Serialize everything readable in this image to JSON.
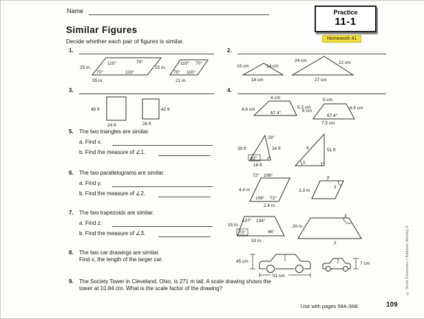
{
  "header": {
    "name_label": "Name",
    "practice_title": "Practice",
    "practice_number": "11-1",
    "homework_badge": "Homework 41"
  },
  "title": "Similar Figures",
  "instructions": "Decide whether each pair of figures is similar.",
  "problems": {
    "p1": {
      "num": "1."
    },
    "p2": {
      "num": "2."
    },
    "p3": {
      "num": "3."
    },
    "p4": {
      "num": "4."
    },
    "p5": {
      "num": "5.",
      "text": "The two triangles are similar.",
      "qa": "a. Find x.",
      "qb": "b. Find the measure of ∠1."
    },
    "p6": {
      "num": "6.",
      "text": "The two parallelograms are similar.",
      "qa": "a. Find y.",
      "qb": "b. Find the measure of ∠2."
    },
    "p7": {
      "num": "7.",
      "text": "The two trapezoids are similar.",
      "qa": "a. Find z.",
      "qb": "b. Find the measure of ∠3."
    },
    "p8": {
      "num": "8.",
      "line1": "The two car drawings are similar.",
      "line2": "Find x, the length of the larger car."
    },
    "p9": {
      "num": "9.",
      "text": "The Society Tower in Cleveland, Ohio, is 271 m tall. A scale drawing shows the tower at 10.84 cm. What is the scale factor of the drawing?"
    }
  },
  "figures": {
    "f1": {
      "left": {
        "angle_tl": "110°",
        "angle_tr": "70°",
        "angle_bl": "70°",
        "angle_br": "110°",
        "side": "25 in.",
        "base": "35 in."
      },
      "right": {
        "angle_tl": "110°",
        "angle_tr": "70°",
        "angle_bl": "70°",
        "angle_br": "110°",
        "side": "15 in.",
        "base": "21 in."
      }
    },
    "f2": {
      "left": {
        "side_a": "15 cm",
        "side_b": "14 cm",
        "base": "18 cm"
      },
      "right": {
        "side_a": "24 cm",
        "side_b": "22 cm",
        "base": "27 cm"
      }
    },
    "f3": {
      "left": {
        "height": "48 ft",
        "width": "24 ft"
      },
      "right": {
        "height": "42 ft",
        "width": "26 ft"
      }
    },
    "f4": {
      "left": {
        "top": "4 cm",
        "side_l": "4.8 cm",
        "side_r": "5.2 cm",
        "angle": "67.4°"
      },
      "right": {
        "top": "5 cm",
        "side_l": "6 cm",
        "side_r": "6.5 cm",
        "angle": "67.4°",
        "base": "7.5 cm"
      }
    },
    "f5": {
      "left": {
        "angle_top": "28°",
        "hyp": "34 ft",
        "side": "30 ft",
        "base": "16 ft",
        "angle_box": "62°"
      },
      "right": {
        "side": "51 ft",
        "hyp": "x",
        "angle_num": "1"
      }
    },
    "f6": {
      "left": {
        "angle_tl": "72°",
        "angle_tr": "108°",
        "angle_bl": "108°",
        "angle_br": "72°",
        "side": "4.4 m",
        "base": "2.4 m"
      },
      "right": {
        "top": "y",
        "angle_num": "2",
        "side": "3.3 m"
      }
    },
    "f7": {
      "left": {
        "angle_tl": "107°",
        "angle_tr": "134°",
        "angle_box": "73°",
        "angle_br": "46°",
        "side": "15 in.",
        "base": "33 in."
      },
      "right": {
        "side": "20 in.",
        "angle_num": "3",
        "base": "z"
      }
    },
    "f8": {
      "height_large": "45 cm",
      "length_large": "51 cm",
      "height_small": "7 cm"
    }
  },
  "footer": {
    "use_with": "Use with pages 564–568.",
    "page_number": "109",
    "copyright": "© Scott Foresman • Addison-Wesley 6"
  }
}
